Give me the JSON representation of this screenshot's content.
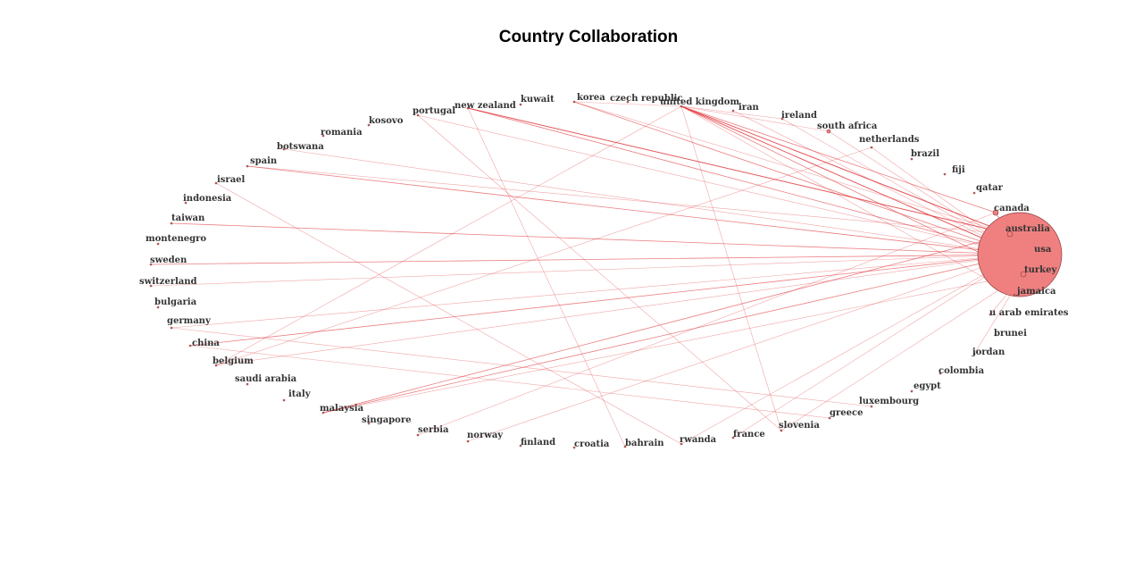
{
  "title": "Country Collaboration",
  "colors": {
    "edge": "#e0393e",
    "node_fill": "#f08080",
    "node_stroke": "#8b3a3a",
    "label": "#333333"
  },
  "nodes": [
    {
      "id": "usa",
      "label": "usa",
      "size": 48
    },
    {
      "id": "canada",
      "label": "canada",
      "size": 3
    },
    {
      "id": "australia",
      "label": "australia",
      "size": 3
    },
    {
      "id": "turkey",
      "label": "turkey",
      "size": 3
    },
    {
      "id": "jamaica",
      "label": "jamaica",
      "size": 1
    },
    {
      "id": "u-arab-emirates",
      "label": "u arab emirates",
      "size": 1
    },
    {
      "id": "brunei",
      "label": "brunei",
      "size": 1
    },
    {
      "id": "jordan",
      "label": "jordan",
      "size": 1
    },
    {
      "id": "colombia",
      "label": "colombia",
      "size": 1
    },
    {
      "id": "egypt",
      "label": "egypt",
      "size": 1
    },
    {
      "id": "luxembourg",
      "label": "luxembourg",
      "size": 1
    },
    {
      "id": "greece",
      "label": "greece",
      "size": 1
    },
    {
      "id": "slovenia",
      "label": "slovenia",
      "size": 1
    },
    {
      "id": "france",
      "label": "france",
      "size": 1
    },
    {
      "id": "rwanda",
      "label": "rwanda",
      "size": 1
    },
    {
      "id": "bahrain",
      "label": "bahrain",
      "size": 1
    },
    {
      "id": "croatia",
      "label": "croatia",
      "size": 1
    },
    {
      "id": "finland",
      "label": "finland",
      "size": 1
    },
    {
      "id": "norway",
      "label": "norway",
      "size": 1
    },
    {
      "id": "serbia",
      "label": "serbia",
      "size": 1
    },
    {
      "id": "singapore",
      "label": "singapore",
      "size": 1
    },
    {
      "id": "malaysia",
      "label": "malaysia",
      "size": 1
    },
    {
      "id": "italy",
      "label": "italy",
      "size": 1
    },
    {
      "id": "saudi-arabia",
      "label": "saudi arabia",
      "size": 1
    },
    {
      "id": "belgium",
      "label": "belgium",
      "size": 1
    },
    {
      "id": "china",
      "label": "china",
      "size": 1
    },
    {
      "id": "germany",
      "label": "germany",
      "size": 1
    },
    {
      "id": "bulgaria",
      "label": "bulgaria",
      "size": 1
    },
    {
      "id": "switzerland",
      "label": "switzerland",
      "size": 1
    },
    {
      "id": "sweden",
      "label": "sweden",
      "size": 1
    },
    {
      "id": "montenegro",
      "label": "montenegro",
      "size": 1
    },
    {
      "id": "taiwan",
      "label": "taiwan",
      "size": 1
    },
    {
      "id": "indonesia",
      "label": "indonesia",
      "size": 1
    },
    {
      "id": "israel",
      "label": "israel",
      "size": 1
    },
    {
      "id": "spain",
      "label": "spain",
      "size": 1
    },
    {
      "id": "botswana",
      "label": "botswana",
      "size": 1
    },
    {
      "id": "romania",
      "label": "romania",
      "size": 1
    },
    {
      "id": "kosovo",
      "label": "kosovo",
      "size": 1
    },
    {
      "id": "portugal",
      "label": "portugal",
      "size": 1
    },
    {
      "id": "new-zealand",
      "label": "new zealand",
      "size": 1
    },
    {
      "id": "kuwait",
      "label": "kuwait",
      "size": 1
    },
    {
      "id": "korea",
      "label": "korea",
      "size": 1
    },
    {
      "id": "czech-republic",
      "label": "czech republic",
      "size": 1
    },
    {
      "id": "united-kingdom",
      "label": "united kingdom",
      "size": 1
    },
    {
      "id": "iran",
      "label": "iran",
      "size": 1
    },
    {
      "id": "ireland",
      "label": "ireland",
      "size": 1
    },
    {
      "id": "south-africa",
      "label": "south africa",
      "size": 2
    },
    {
      "id": "netherlands",
      "label": "netherlands",
      "size": 1
    },
    {
      "id": "brazil",
      "label": "brazil",
      "size": 1
    },
    {
      "id": "fiji",
      "label": "fiji",
      "size": 1
    },
    {
      "id": "qatar",
      "label": "qatar",
      "size": 1
    }
  ],
  "edges": [
    {
      "from": "united-kingdom",
      "to": "usa",
      "weight": 3
    },
    {
      "from": "united-kingdom",
      "to": "australia",
      "weight": 3
    },
    {
      "from": "united-kingdom",
      "to": "canada",
      "weight": 2
    },
    {
      "from": "united-kingdom",
      "to": "turkey",
      "weight": 2
    },
    {
      "from": "united-kingdom",
      "to": "jamaica",
      "weight": 1
    },
    {
      "from": "united-kingdom",
      "to": "ireland",
      "weight": 1
    },
    {
      "from": "united-kingdom",
      "to": "south-africa",
      "weight": 1
    },
    {
      "from": "united-kingdom",
      "to": "belgium",
      "weight": 1
    },
    {
      "from": "united-kingdom",
      "to": "slovenia",
      "weight": 1
    },
    {
      "from": "new-zealand",
      "to": "usa",
      "weight": 2
    },
    {
      "from": "new-zealand",
      "to": "australia",
      "weight": 3
    },
    {
      "from": "new-zealand",
      "to": "bahrain",
      "weight": 1
    },
    {
      "from": "korea",
      "to": "usa",
      "weight": 2
    },
    {
      "from": "korea",
      "to": "australia",
      "weight": 1
    },
    {
      "from": "korea",
      "to": "united-kingdom",
      "weight": 1
    },
    {
      "from": "iran",
      "to": "usa",
      "weight": 1
    },
    {
      "from": "ireland",
      "to": "usa",
      "weight": 1
    },
    {
      "from": "south-africa",
      "to": "usa",
      "weight": 1
    },
    {
      "from": "netherlands",
      "to": "usa",
      "weight": 1
    },
    {
      "from": "netherlands",
      "to": "belgium",
      "weight": 1
    },
    {
      "from": "portugal",
      "to": "usa",
      "weight": 1
    },
    {
      "from": "portugal",
      "to": "slovenia",
      "weight": 1
    },
    {
      "from": "spain",
      "to": "usa",
      "weight": 2
    },
    {
      "from": "spain",
      "to": "australia",
      "weight": 1
    },
    {
      "from": "botswana",
      "to": "usa",
      "weight": 1
    },
    {
      "from": "israel",
      "to": "rwanda",
      "weight": 1
    },
    {
      "from": "taiwan",
      "to": "usa",
      "weight": 2
    },
    {
      "from": "sweden",
      "to": "usa",
      "weight": 2
    },
    {
      "from": "switzerland",
      "to": "usa",
      "weight": 1
    },
    {
      "from": "germany",
      "to": "usa",
      "weight": 1
    },
    {
      "from": "germany",
      "to": "luxembourg",
      "weight": 1
    },
    {
      "from": "china",
      "to": "usa",
      "weight": 2
    },
    {
      "from": "china",
      "to": "greece",
      "weight": 1
    },
    {
      "from": "belgium",
      "to": "usa",
      "weight": 1
    },
    {
      "from": "malaysia",
      "to": "usa",
      "weight": 2
    },
    {
      "from": "malaysia",
      "to": "australia",
      "weight": 2
    },
    {
      "from": "malaysia",
      "to": "turkey",
      "weight": 1
    },
    {
      "from": "serbia",
      "to": "canada",
      "weight": 1
    },
    {
      "from": "norway",
      "to": "usa",
      "weight": 1
    },
    {
      "from": "rwanda",
      "to": "usa",
      "weight": 1
    },
    {
      "from": "france",
      "to": "usa",
      "weight": 1
    },
    {
      "from": "slovenia",
      "to": "turkey",
      "weight": 1
    },
    {
      "from": "jordan",
      "to": "turkey",
      "weight": 1
    },
    {
      "from": "u-arab-emirates",
      "to": "turkey",
      "weight": 1
    },
    {
      "from": "canada",
      "to": "usa",
      "weight": 2
    },
    {
      "from": "australia",
      "to": "usa",
      "weight": 3
    },
    {
      "from": "turkey",
      "to": "usa",
      "weight": 2
    }
  ]
}
